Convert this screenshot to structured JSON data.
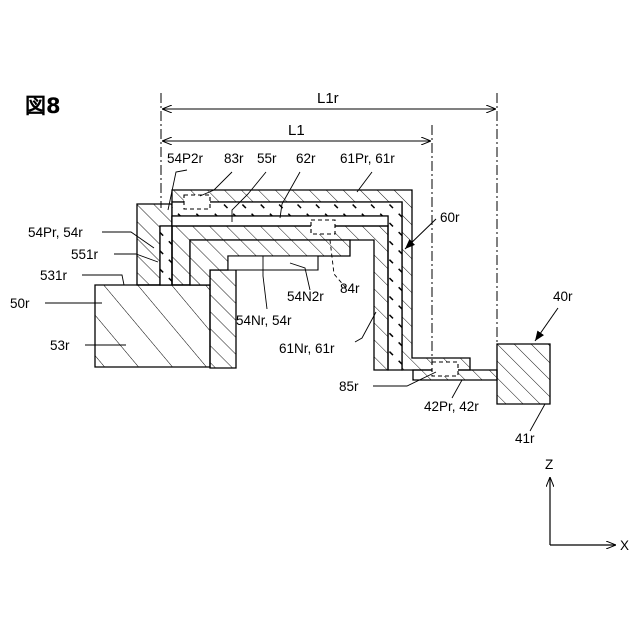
{
  "figure": {
    "title": "図8"
  },
  "dimensions": {
    "outer": "L1r",
    "inner": "L1"
  },
  "labels": {
    "l54p2r": "54P2r",
    "l83r": "83r",
    "l55r": "55r",
    "l62r": "62r",
    "l61pr": "61Pr, 61r",
    "l60r": "60r",
    "l54pr": "54Pr, 54r",
    "l551r": "551r",
    "l531r": "531r",
    "l50r": "50r",
    "l53r": "53r",
    "l54nr": "54Nr, 54r",
    "l54n2r": "54N2r",
    "l84r": "84r",
    "l61nr": "61Nr, 61r",
    "l85r": "85r",
    "l42pr": "42Pr, 42r",
    "l40r": "40r",
    "l41r": "41r"
  },
  "axes": {
    "z": "Z",
    "x": "X"
  }
}
